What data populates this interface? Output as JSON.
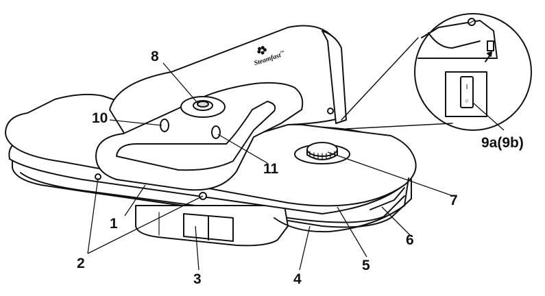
{
  "brand": {
    "name": "Steamfast",
    "mark": "™"
  },
  "switch": {
    "on_symbol": "I",
    "off_symbol": "○"
  },
  "callouts": [
    {
      "id": "1",
      "text": "1"
    },
    {
      "id": "2",
      "text": "2"
    },
    {
      "id": "3",
      "text": "3"
    },
    {
      "id": "4",
      "text": "4"
    },
    {
      "id": "5",
      "text": "5"
    },
    {
      "id": "6",
      "text": "6"
    },
    {
      "id": "7",
      "text": "7"
    },
    {
      "id": "8",
      "text": "8"
    },
    {
      "id": "9",
      "text": "9a(9b)"
    },
    {
      "id": "10",
      "text": "10"
    },
    {
      "id": "11",
      "text": "11"
    }
  ]
}
